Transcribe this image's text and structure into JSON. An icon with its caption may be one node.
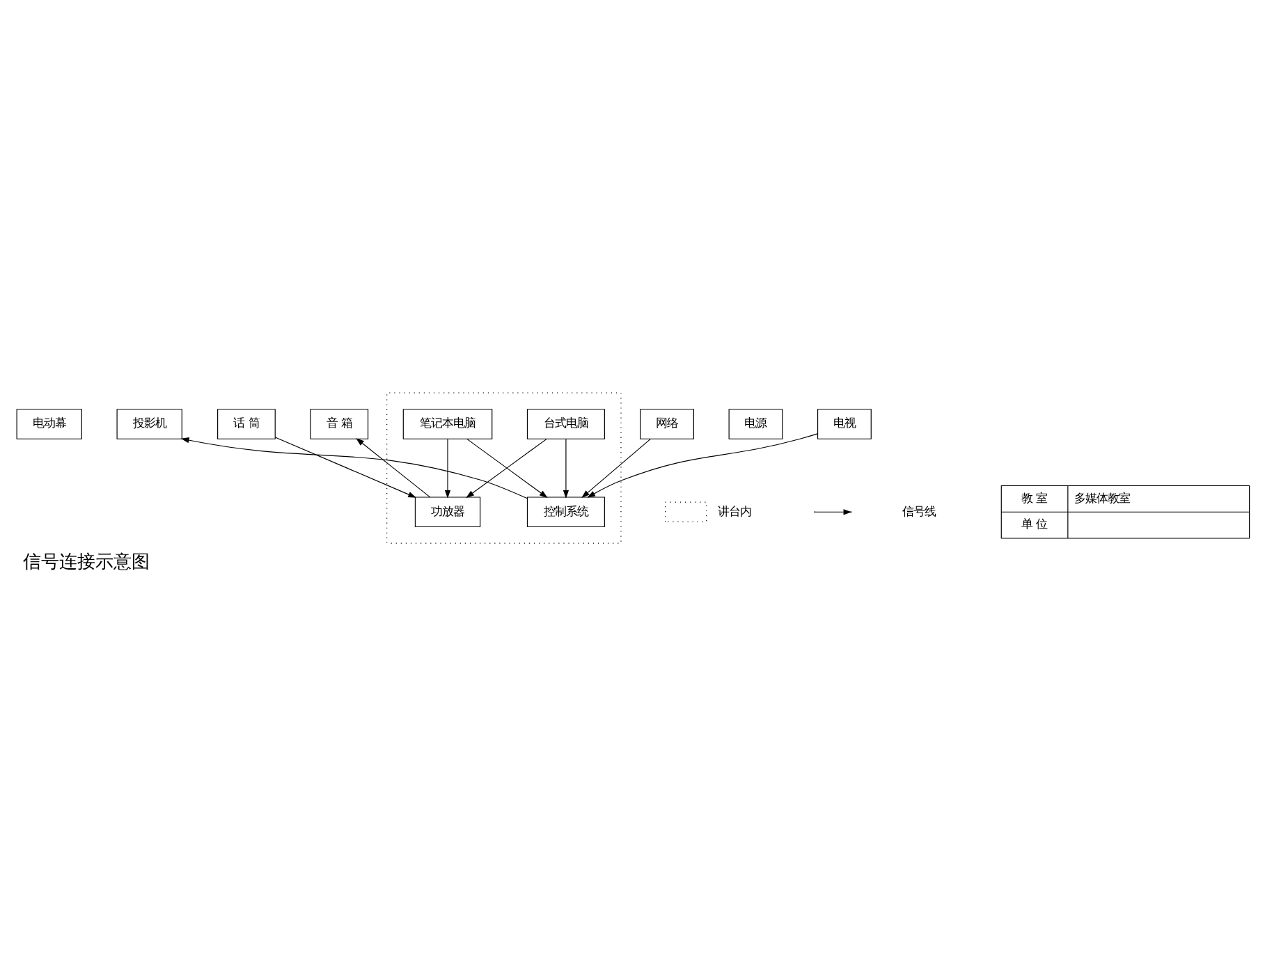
{
  "diagram": {
    "title": "信号连接示意图",
    "nodes": [
      {
        "text": [
          "电动幕"
        ]
      },
      {
        "text": [
          "投影机"
        ]
      },
      {
        "text": [
          "话 筒"
        ]
      },
      {
        "text": [
          "音 箱"
        ]
      },
      {
        "text": [],
        "shape": "box"
      },
      {
        "text": [
          "控制系统"
        ],
        "in": 4
      },
      {
        "text": [
          "台式电脑"
        ],
        "in": 4
      },
      {
        "text": [
          "笔记本电脑"
        ],
        "in": 4
      },
      {
        "text": [
          "功放器"
        ],
        "in": 4
      },
      {
        "text": [
          "网络"
        ]
      },
      {
        "text": [
          "电源"
        ]
      },
      {
        "text": [
          "电视"
        ]
      }
    ],
    "edges": [
      {
        "from": 5,
        "to": 1,
        "arrow": "to"
      },
      {
        "from": 2,
        "to": 8,
        "arrow": "to"
      },
      {
        "from": 8,
        "to": 3,
        "arrow": "to"
      },
      {
        "from": 6,
        "to": 5,
        "arrow": "to"
      },
      {
        "from": 7,
        "to": 5,
        "arrow": "to"
      },
      {
        "from": 6,
        "to": 8,
        "arrow": "to"
      },
      {
        "from": 7,
        "to": 8,
        "arrow": "to"
      },
      {
        "from": 9,
        "to": 5,
        "arrow": "to"
      },
      {
        "from": 11,
        "to": 5,
        "arrow": "to"
      }
    ],
    "labels": [
      "教 室",
      "多媒体教室",
      "单 位"
    ],
    "legend": [
      {
        "text": "讲台内"
      },
      {
        "text": "信号线"
      }
    ]
  }
}
